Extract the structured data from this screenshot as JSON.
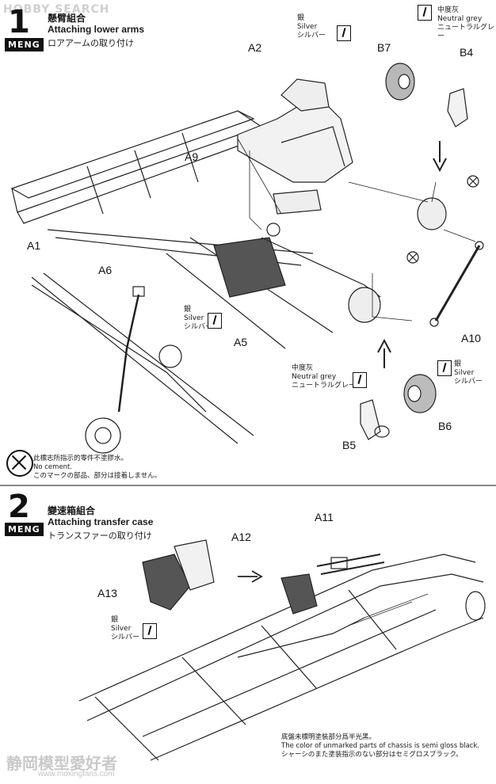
{
  "watermark": {
    "top": "HOBBY SEARCH",
    "bottom_cn": "静岡模型愛好者",
    "bottom_url": "www.moxingfans.com"
  },
  "brand": "MENG",
  "step1": {
    "number": "1",
    "title_cn": "懸臂組合",
    "title_en": "Attaching lower arms",
    "title_jp": "ロアアームの取り付け",
    "parts": {
      "A1": "A1",
      "A2": "A2",
      "A5": "A5",
      "A6": "A6",
      "A9": "A9",
      "A10": "A10",
      "B4": "B4",
      "B5": "B5",
      "B6": "B6",
      "B7": "B7"
    },
    "paint_silver_top": {
      "cn": "銀",
      "en": "Silver",
      "jp": "シルバー"
    },
    "paint_grey_top": {
      "cn": "中度灰",
      "en": "Neutral grey",
      "jp": "ニュートラルグレー"
    },
    "paint_silver_mid": {
      "cn": "銀",
      "en": "Silver",
      "jp": "シルバー"
    },
    "paint_grey_bottom": {
      "cn": "中度灰",
      "en": "Neutral grey",
      "jp": "ニュートラルグレー"
    },
    "paint_silver_bottom": {
      "cn": "銀",
      "en": "Silver",
      "jp": "シルバー"
    },
    "note": {
      "cn": "此標志所指示的零件不塗膠水。",
      "en": "No cement.",
      "jp": "このマークの部品、部分は接着しません。"
    }
  },
  "step2": {
    "number": "2",
    "title_cn": "變速箱組合",
    "title_en": "Attaching transfer case",
    "title_jp": "トランスファーの取り付け",
    "parts": {
      "A11": "A11",
      "A12": "A12",
      "A13": "A13"
    },
    "paint_silver": {
      "cn": "銀",
      "en": "Silver",
      "jp": "シルバー"
    },
    "note": {
      "cn": "底盤未標明塗裝部分爲半光黑。",
      "en": "The color of unmarked parts of chassis is semi gloss black.",
      "jp": "シャーシのまた塗装指示のない部分はセミグロスブラック。"
    }
  }
}
